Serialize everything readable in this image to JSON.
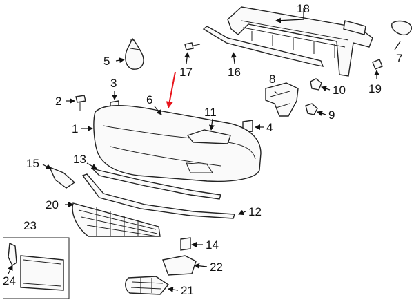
{
  "diagram": {
    "callouts": [
      {
        "id": "callout-1",
        "label": "1"
      },
      {
        "id": "callout-2",
        "label": "2"
      },
      {
        "id": "callout-3",
        "label": "3"
      },
      {
        "id": "callout-4",
        "label": "4"
      },
      {
        "id": "callout-5",
        "label": "5"
      },
      {
        "id": "callout-6",
        "label": "6"
      },
      {
        "id": "callout-7",
        "label": "7"
      },
      {
        "id": "callout-8",
        "label": "8"
      },
      {
        "id": "callout-9",
        "label": "9"
      },
      {
        "id": "callout-10",
        "label": "10"
      },
      {
        "id": "callout-11",
        "label": "11"
      },
      {
        "id": "callout-12",
        "label": "12"
      },
      {
        "id": "callout-13",
        "label": "13"
      },
      {
        "id": "callout-14",
        "label": "14"
      },
      {
        "id": "callout-15",
        "label": "15"
      },
      {
        "id": "callout-16",
        "label": "16"
      },
      {
        "id": "callout-17",
        "label": "17"
      },
      {
        "id": "callout-18",
        "label": "18"
      },
      {
        "id": "callout-19",
        "label": "19"
      },
      {
        "id": "callout-20",
        "label": "20"
      },
      {
        "id": "callout-21",
        "label": "21"
      },
      {
        "id": "callout-22",
        "label": "22"
      },
      {
        "id": "callout-23",
        "label": "23"
      },
      {
        "id": "callout-24",
        "label": "24"
      }
    ],
    "highlight_color": "#e8141b",
    "line_color": "#111111"
  }
}
